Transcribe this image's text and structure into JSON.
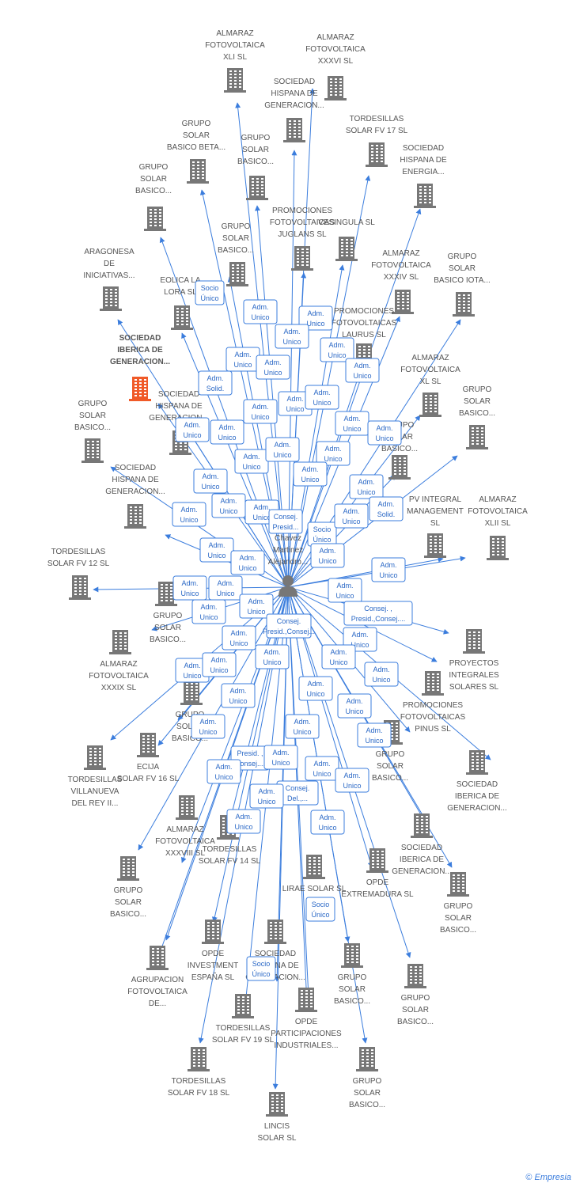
{
  "center": {
    "lines": [
      "Chavez",
      "Martinez",
      "Alejandro..."
    ]
  },
  "copyright": {
    "symbol": "©",
    "brand": "Empresia"
  },
  "companies": [
    {
      "id": "c1",
      "lines": [
        "ALMARAZ",
        "FOTOVOLTAICA",
        "XLI SL"
      ]
    },
    {
      "id": "c2",
      "lines": [
        "ALMARAZ",
        "FOTOVOLTAICA",
        "XXXVI SL"
      ]
    },
    {
      "id": "c3",
      "lines": [
        "SOCIEDAD",
        "HISPANA DE",
        "GENERACION..."
      ]
    },
    {
      "id": "c4",
      "lines": [
        "TORDESILLAS",
        "SOLAR FV 17 SL"
      ]
    },
    {
      "id": "c5",
      "lines": [
        "GRUPO",
        "SOLAR",
        "BASICO BETA..."
      ]
    },
    {
      "id": "c6",
      "lines": [
        "GRUPO",
        "SOLAR",
        "BASICO..."
      ]
    },
    {
      "id": "c7",
      "lines": [
        "SOCIEDAD",
        "HISPANA DE",
        "ENERGIA..."
      ]
    },
    {
      "id": "c8",
      "lines": [
        "GRUPO",
        "SOLAR",
        "BASICO..."
      ]
    },
    {
      "id": "c9",
      "lines": [
        "PROMOCIONES",
        "FOTOVOLTAICAS",
        "JUGLANS SL"
      ]
    },
    {
      "id": "c10",
      "lines": [
        "VESINGULA SL"
      ]
    },
    {
      "id": "c11",
      "lines": [
        "GRUPO",
        "SOLAR",
        "BASICO..."
      ]
    },
    {
      "id": "c12",
      "lines": [
        "ARAGONESA",
        "DE",
        "INICIATIVAS..."
      ]
    },
    {
      "id": "c13",
      "lines": [
        "ALMARAZ",
        "FOTOVOLTAICA",
        "XXXIV SL"
      ]
    },
    {
      "id": "c14",
      "lines": [
        "GRUPO",
        "SOLAR",
        "BASICO IOTA..."
      ]
    },
    {
      "id": "c15",
      "lines": [
        "EOLICA LA",
        "LORA SL"
      ]
    },
    {
      "id": "c16",
      "lines": [
        "PROMOCIONES",
        "FOTOVOLTAICAS",
        "LAURUS SL"
      ]
    },
    {
      "id": "c17",
      "lines": [
        "SOCIEDAD",
        "IBERICA DE",
        "GENERACION..."
      ],
      "focus": true
    },
    {
      "id": "c18",
      "lines": [
        "GRUPO",
        "SOLAR",
        "BASICO..."
      ]
    },
    {
      "id": "c19",
      "lines": [
        "ALMARAZ",
        "FOTOVOLTAICA",
        "XL SL"
      ]
    },
    {
      "id": "c20",
      "lines": [
        "SOCIEDAD",
        "HISPANA DE",
        "GENERACION..."
      ]
    },
    {
      "id": "c21",
      "lines": [
        "GRUPO",
        "SOLAR",
        "BASICO..."
      ]
    },
    {
      "id": "c22",
      "lines": [
        "GRUPO",
        "SOLAR",
        "BASICO..."
      ]
    },
    {
      "id": "c23",
      "lines": [
        "SOCIEDAD",
        "HISPANA DE",
        "GENERACION..."
      ]
    },
    {
      "id": "c24",
      "lines": [
        "PV INTEGRAL",
        "MANAGEMENT",
        "SL"
      ]
    },
    {
      "id": "c25",
      "lines": [
        "ALMARAZ",
        "FOTOVOLTAICA",
        "XLII SL"
      ]
    },
    {
      "id": "c26",
      "lines": [
        "TORDESILLAS",
        "SOLAR FV 12 SL"
      ]
    },
    {
      "id": "c27",
      "lines": [
        "GRUPO",
        "SOLAR",
        "BASICO..."
      ]
    },
    {
      "id": "c28",
      "lines": [
        "ALMARAZ",
        "FOTOVOLTAICA",
        "XXXIX SL"
      ]
    },
    {
      "id": "c29",
      "lines": [
        "PROYECTOS",
        "INTEGRALES",
        "SOLARES SL"
      ]
    },
    {
      "id": "c30",
      "lines": [
        "PROMOCIONES",
        "FOTOVOLTAICAS",
        "PINUS SL"
      ]
    },
    {
      "id": "c31",
      "lines": [
        "GRUPO",
        "SOLAR",
        "BASICO..."
      ]
    },
    {
      "id": "c32",
      "lines": [
        "ECIJA",
        "SOLAR FV 16 SL"
      ]
    },
    {
      "id": "c33",
      "lines": [
        "TORDESILLAS",
        "VILLANUEVA",
        "DEL REY II..."
      ]
    },
    {
      "id": "c34",
      "lines": [
        "GRUPO",
        "SOLAR",
        "BASICO..."
      ]
    },
    {
      "id": "c35",
      "lines": [
        "SOCIEDAD",
        "IBERICA DE",
        "GENERACION..."
      ]
    },
    {
      "id": "c36",
      "lines": [
        "ALMARAZ",
        "FOTOVOLTAICA",
        "XXXVIII SL"
      ]
    },
    {
      "id": "c37",
      "lines": [
        "TORDESILLAS",
        "SOLAR FV 14 SL"
      ]
    },
    {
      "id": "c38",
      "lines": [
        "SOCIEDAD",
        "IBERICA DE",
        "GENERACION..."
      ]
    },
    {
      "id": "c39",
      "lines": [
        "GRUPO",
        "SOLAR",
        "BASICO..."
      ]
    },
    {
      "id": "c40",
      "lines": [
        "LIRAE SOLAR SL"
      ]
    },
    {
      "id": "c41",
      "lines": [
        "OPDE",
        "EXTREMADURA SL"
      ]
    },
    {
      "id": "c42",
      "lines": [
        "GRUPO",
        "SOLAR",
        "BASICO..."
      ]
    },
    {
      "id": "c43",
      "lines": [
        "OPDE",
        "INVESTMENT",
        "ESPAÑA SL"
      ]
    },
    {
      "id": "c44",
      "lines": [
        "SOCIEDAD",
        "HISPANA DE",
        "GENERACION..."
      ]
    },
    {
      "id": "c45",
      "lines": [
        "AGRUPACION",
        "FOTOVOLTAICA",
        "DE..."
      ]
    },
    {
      "id": "c46",
      "lines": [
        "GRUPO",
        "SOLAR",
        "BASICO..."
      ]
    },
    {
      "id": "c47",
      "lines": [
        "GRUPO",
        "SOLAR",
        "BASICO..."
      ]
    },
    {
      "id": "c48",
      "lines": [
        "TORDESILLAS",
        "SOLAR FV 19 SL"
      ]
    },
    {
      "id": "c49",
      "lines": [
        "OPDE",
        "PARTICIPACIONES",
        "INDUSTRIALES..."
      ]
    },
    {
      "id": "c50",
      "lines": [
        "TORDESILLAS",
        "SOLAR FV 18 SL"
      ]
    },
    {
      "id": "c51",
      "lines": [
        "GRUPO",
        "SOLAR",
        "BASICO..."
      ]
    },
    {
      "id": "c52",
      "lines": [
        "LINCIS",
        "SOLAR SL"
      ]
    }
  ],
  "roles": [
    {
      "lines": [
        "Socio",
        "Único"
      ]
    },
    {
      "lines": [
        "Adm.",
        "Unico"
      ]
    },
    {
      "lines": [
        "Adm.",
        "Unico"
      ]
    },
    {
      "lines": [
        "Adm.",
        "Unico"
      ]
    },
    {
      "lines": [
        "Adm.",
        "Unico"
      ]
    },
    {
      "lines": [
        "Adm.",
        "Unico"
      ]
    },
    {
      "lines": [
        "Adm.",
        "Unico"
      ]
    },
    {
      "lines": [
        "Adm.",
        "Solid."
      ]
    },
    {
      "lines": [
        "Adm.",
        "Unico"
      ]
    },
    {
      "lines": [
        "Adm.",
        "Unico"
      ]
    },
    {
      "lines": [
        "Adm.",
        "Unico"
      ]
    },
    {
      "lines": [
        "Adm.",
        "Unico"
      ]
    },
    {
      "lines": [
        "Adm.",
        "Unico"
      ]
    },
    {
      "lines": [
        "Adm.",
        "Unico"
      ]
    },
    {
      "lines": [
        "Adm.",
        "Unico"
      ]
    },
    {
      "lines": [
        "Adm.",
        "Unico"
      ]
    },
    {
      "lines": [
        "Adm.",
        "Unico"
      ]
    },
    {
      "lines": [
        "Adm.",
        "Unico"
      ]
    },
    {
      "lines": [
        "Adm.",
        "Unico"
      ]
    },
    {
      "lines": [
        "Adm.",
        "Unico"
      ]
    },
    {
      "lines": [
        "Adm.",
        "Unico"
      ]
    },
    {
      "lines": [
        "Adm.",
        "Unico"
      ]
    },
    {
      "lines": [
        "Adm.",
        "Unico"
      ]
    },
    {
      "lines": [
        "Adm.",
        "Unico"
      ]
    },
    {
      "lines": [
        "Adm.",
        "Unico"
      ]
    },
    {
      "lines": [
        "Adm.",
        "Solid."
      ]
    },
    {
      "lines": [
        "Consej.",
        "Presid..."
      ]
    },
    {
      "lines": [
        "Socio",
        "Único"
      ]
    },
    {
      "lines": [
        "Adm.",
        "Unico"
      ]
    },
    {
      "lines": [
        "Adm.",
        "Unico"
      ]
    },
    {
      "lines": [
        "Adm.",
        "Unico"
      ]
    },
    {
      "lines": [
        "Adm.",
        "Unico"
      ]
    },
    {
      "lines": [
        "Adm.",
        "Unico"
      ]
    },
    {
      "lines": [
        "Adm.",
        "Unico"
      ]
    },
    {
      "lines": [
        "Adm.",
        "Unico"
      ]
    },
    {
      "lines": [
        "Adm.",
        "Unico"
      ]
    },
    {
      "lines": [
        "Adm.",
        "Unico"
      ]
    },
    {
      "lines": [
        "Consej. ,",
        "Presid.,Consej...."
      ]
    },
    {
      "lines": [
        "Adm.",
        "Unico"
      ]
    },
    {
      "lines": [
        "Consej.",
        "Presid.,Consej..."
      ]
    },
    {
      "lines": [
        "Adm.",
        "Unico"
      ]
    },
    {
      "lines": [
        "Adm.",
        "Unico"
      ]
    },
    {
      "lines": [
        "Adm.",
        "Unico"
      ]
    },
    {
      "lines": [
        "Adm.",
        "Unico"
      ]
    },
    {
      "lines": [
        "Adm.",
        "Unico"
      ]
    },
    {
      "lines": [
        "Adm.",
        "Unico"
      ]
    },
    {
      "lines": [
        "Adm.",
        "Unico"
      ]
    },
    {
      "lines": [
        "Adm.",
        "Unico"
      ]
    },
    {
      "lines": [
        "Adm.",
        "Unico"
      ]
    },
    {
      "lines": [
        "Adm.",
        "Unico"
      ]
    },
    {
      "lines": [
        "Adm.",
        "Unico"
      ]
    },
    {
      "lines": [
        "Adm.",
        "Unico"
      ]
    },
    {
      "lines": [
        "Presid. ,",
        "Consej...."
      ]
    },
    {
      "lines": [
        "Adm.",
        "Unico"
      ]
    },
    {
      "lines": [
        "Adm.",
        "Unico"
      ]
    },
    {
      "lines": [
        "Adm.",
        "Unico"
      ]
    },
    {
      "lines": [
        "Adm.",
        "Unico"
      ]
    },
    {
      "lines": [
        "Adm.",
        "Unico"
      ]
    },
    {
      "lines": [
        "Consej.",
        "Del.,..."
      ]
    },
    {
      "lines": [
        "Adm.",
        "Unico"
      ]
    },
    {
      "lines": [
        "Adm.",
        "Unico"
      ]
    },
    {
      "lines": [
        "Adm.",
        "Unico"
      ]
    },
    {
      "lines": [
        "Socio",
        "Único"
      ]
    },
    {
      "lines": [
        "Socio",
        "Único"
      ]
    }
  ]
}
